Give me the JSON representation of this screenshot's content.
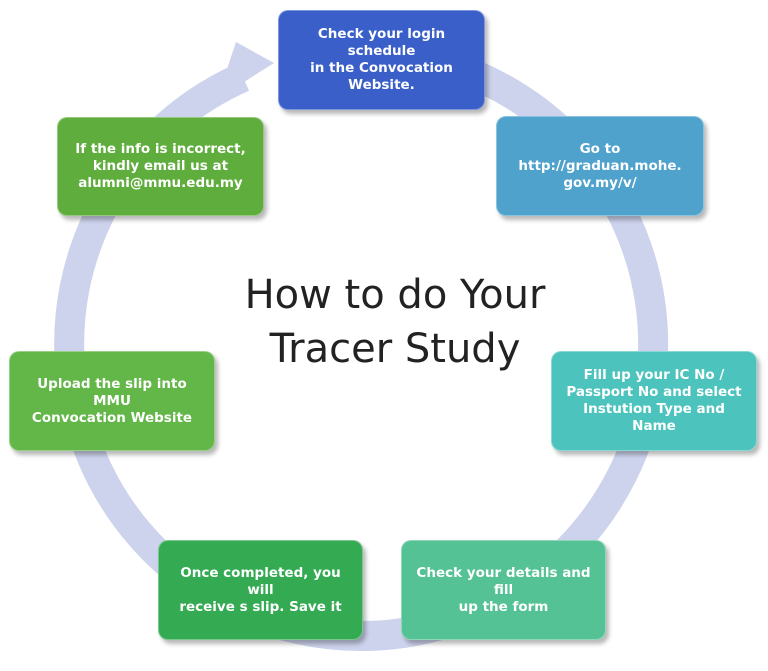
{
  "title": {
    "line1": "How to do Your",
    "line2": "Tracer Study"
  },
  "colors": {
    "ring": "#cdd3ec",
    "step1": "#3a5fc8",
    "step2": "#4fa2cc",
    "step3": "#4cc3bd",
    "step4": "#55c296",
    "step5": "#34ab53",
    "step6": "#63b648",
    "step7": "#5fad3c"
  },
  "steps": [
    {
      "text": "Check your login schedule\nin the Convocation\nWebsite."
    },
    {
      "text": "Go to\nhttp://graduan.mohe.\ngov.my/v/"
    },
    {
      "text": "Fill up your IC No /\nPassport No and select\nInstution Type and Name"
    },
    {
      "text": "Check your details and fill\nup the form"
    },
    {
      "text": "Once completed, you will\nreceive s slip. Save it"
    },
    {
      "text": "Upload the slip into MMU\nConvocation Website"
    },
    {
      "text": "If the info is incorrect,\nkindly email us at\nalumni@mmu.edu.my"
    }
  ]
}
